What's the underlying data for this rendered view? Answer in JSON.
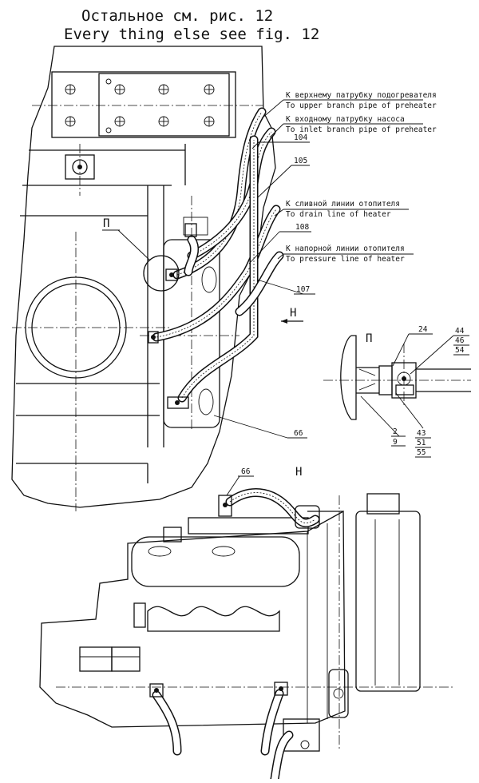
{
  "header": {
    "line_ru": "Остальное см. рис. 12",
    "line_en": "Every thing else see fig. 12"
  },
  "callouts": {
    "upper_preheater": {
      "ru": "К верхнему патрубку подогревателя",
      "en": "To upper branch pipe of preheater"
    },
    "inlet_pump": {
      "ru": "К входному патрубку насоса",
      "en": "To inlet branch pipe of preheater"
    },
    "drain_heater": {
      "ru": "К сливной линии отопителя",
      "en": "To drain line of heater"
    },
    "pressure_heater": {
      "ru": "К напорной линии отопителя",
      "en": "To pressure line of heater"
    }
  },
  "positions": {
    "p104": "104",
    "p105": "105",
    "p108": "108",
    "p107": "107",
    "p66_top": "66",
    "p66_bottom": "66",
    "p24": "24",
    "p44": "44",
    "p46": "46",
    "p54": "54",
    "p2": "2",
    "p9": "9",
    "p43": "43",
    "p51": "51",
    "p55": "55"
  },
  "views": {
    "detail_p_marker": "П",
    "detail_p_title": "П",
    "view_h_arrow": "Н",
    "view_h_title": "Н"
  }
}
